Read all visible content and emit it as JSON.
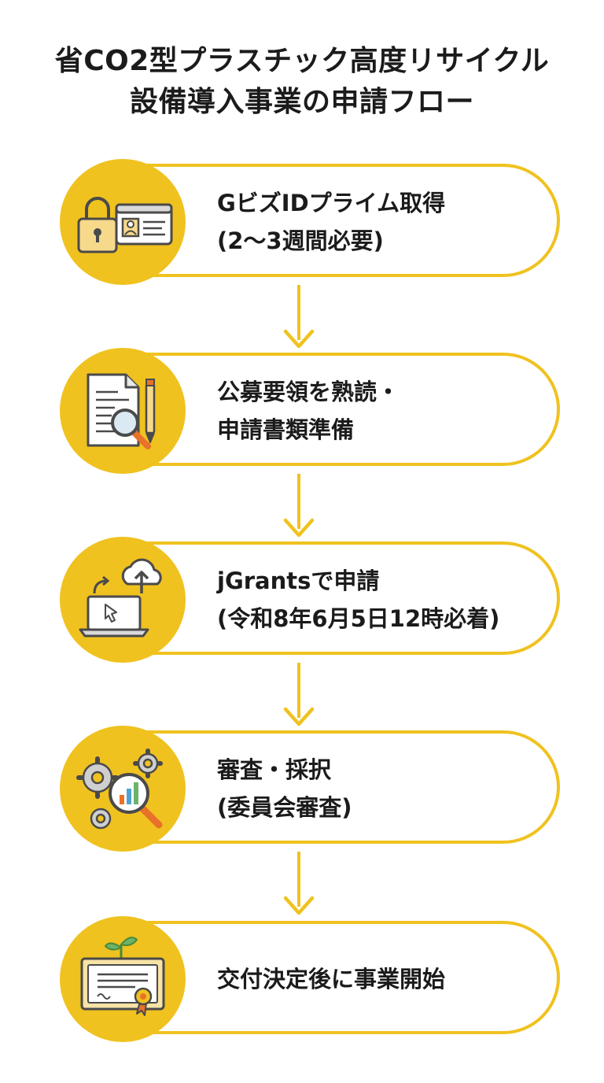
{
  "title": {
    "line1": "省CO2型プラスチック高度リサイクル",
    "line2": "設備導入事業の申請フロー"
  },
  "colors": {
    "accent": "#f0c21f",
    "outline": "#4a4a4a",
    "text": "#1b1b1b",
    "orange": "#e8722a"
  },
  "steps": [
    {
      "icon": "padlock-id-card-icon",
      "line1": "GビズIDプライム取得",
      "line2": "(2〜3週間必要)"
    },
    {
      "icon": "document-magnifier-pen-icon",
      "line1": "公募要領を熟読・",
      "line2": "申請書類準備"
    },
    {
      "icon": "laptop-cloud-upload-icon",
      "line1": "jGrantsで申請",
      "line2": "(令和8年6月5日12時必着)"
    },
    {
      "icon": "gears-chart-magnifier-icon",
      "line1": "審査・採択",
      "line2": "(委員会審査)"
    },
    {
      "icon": "certificate-sprout-icon",
      "line1": "交付決定後に事業開始",
      "line2": ""
    }
  ]
}
